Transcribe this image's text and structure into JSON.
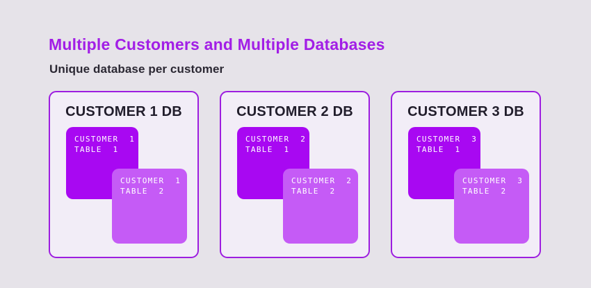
{
  "page": {
    "title": "Multiple Customers and Multiple Databases",
    "subtitle": "Unique database per customer"
  },
  "colors": {
    "page_bg": "#e6e3e9",
    "card_bg": "#f2edf7",
    "card_border": "#9d1de0",
    "title_accent": "#a21ee6",
    "heading_text": "#211d2b",
    "table1_fill": "#a808f2",
    "table2_fill": "#c55bf6",
    "table_label_text": "#ffffff"
  },
  "databases": [
    {
      "name": "CUSTOMER 1 DB",
      "tables": [
        {
          "label": "CUSTOMER  1\nTABLE  1"
        },
        {
          "label": "CUSTOMER  1\nTABLE  2"
        }
      ]
    },
    {
      "name": "CUSTOMER 2 DB",
      "tables": [
        {
          "label": "CUSTOMER  2\nTABLE  1"
        },
        {
          "label": "CUSTOMER  2\nTABLE  2"
        }
      ]
    },
    {
      "name": "CUSTOMER 3 DB",
      "tables": [
        {
          "label": "CUSTOMER  3\nTABLE  1"
        },
        {
          "label": "CUSTOMER  3\nTABLE  2"
        }
      ]
    }
  ]
}
